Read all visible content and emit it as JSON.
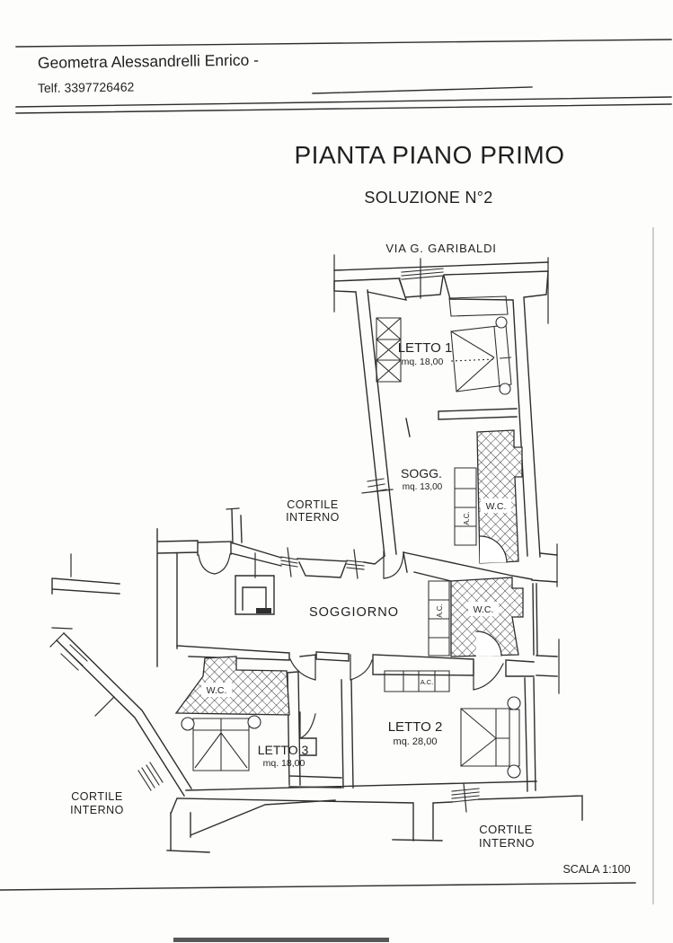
{
  "header": {
    "firm": "Geometra Alessandrelli Enrico -",
    "phone": "Telf. 3397726462"
  },
  "title": {
    "main": "PIANTA PIANO PRIMO",
    "subtitle": "SOLUZIONE N°2"
  },
  "plan": {
    "street": "VIA G. GARIBALDI",
    "scale": "SCALA 1:100",
    "rooms": [
      {
        "id": "letto1",
        "name": "LETTO 1",
        "area": "mq. 18,00"
      },
      {
        "id": "sogg",
        "name": "SOGG.",
        "area": "mq. 13,00"
      },
      {
        "id": "soggiorno",
        "name": "SOGGIORNO",
        "area": ""
      },
      {
        "id": "letto2",
        "name": "LETTO 2",
        "area": "mq. 28,00"
      },
      {
        "id": "letto3",
        "name": "LETTO 3",
        "area": "mq. 18,00"
      }
    ],
    "labels": {
      "wc": "W.C.",
      "ac": "A.C.",
      "cortile_line1": "CORTILE",
      "cortile_line2": "INTERNO"
    }
  },
  "colors": {
    "ink": "#2e2e2e",
    "paper": "#fdfdfc",
    "page_border": "#b0b0b0"
  }
}
